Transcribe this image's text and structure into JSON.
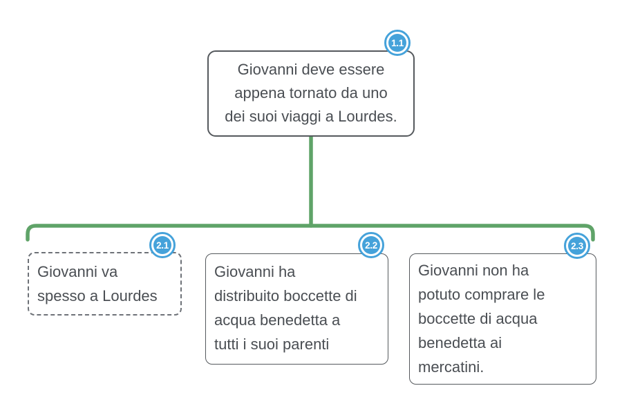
{
  "diagram": {
    "type": "argument-map-tree",
    "root": {
      "id": "1.1",
      "text": "Giovanni deve essere\nappena tornato da uno\ndei suoi viaggi a Lourdes."
    },
    "children": [
      {
        "id": "2.1",
        "text": "Giovanni va\nspesso a Lourdes",
        "border_style": "dashed"
      },
      {
        "id": "2.2",
        "text": "Giovanni ha\ndistribuito boccette di\nacqua benedetta a\ntutti i suoi parenti",
        "border_style": "solid"
      },
      {
        "id": "2.3",
        "text": "Giovanni non ha\npotuto comprare le\nboccette di acqua\nbenedetta ai\nmercatini.",
        "border_style": "solid"
      }
    ],
    "colors": {
      "connector_green": "#5fa368",
      "badge_blue": "#45a2da",
      "box_border": "#54585c",
      "text": "#4a4e53"
    }
  }
}
